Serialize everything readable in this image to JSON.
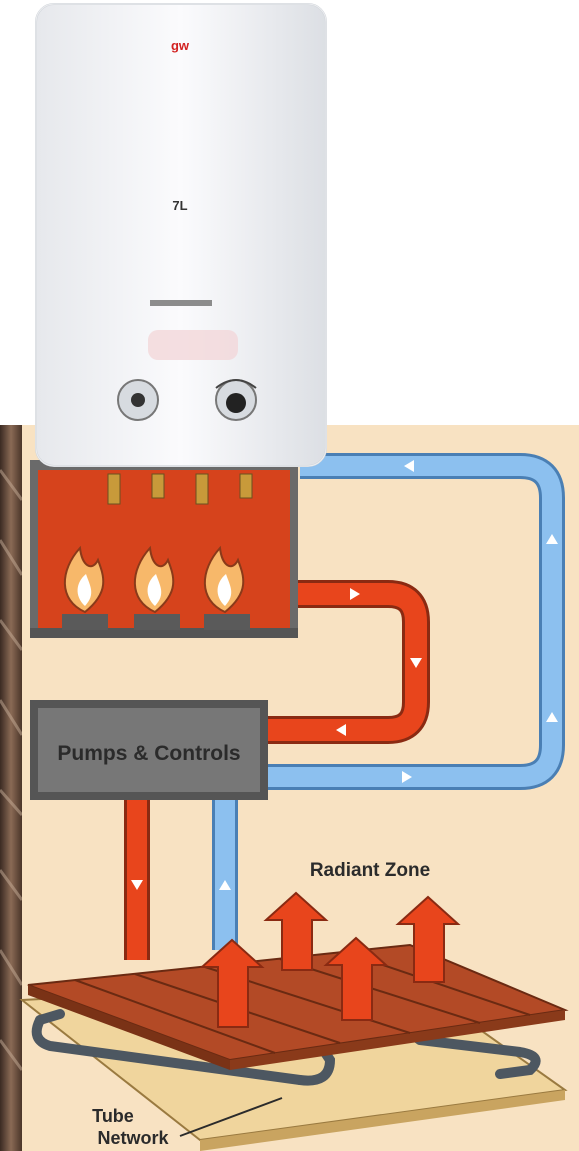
{
  "heater": {
    "brand_mark": "gw",
    "capacity_mark": "7L"
  },
  "diagram": {
    "pumps_label": "Pumps & Controls",
    "zone_label": "Radiant Zone",
    "tube_label_line1": "Tube",
    "tube_label_line2": "Network"
  },
  "colors": {
    "background_panel": "#f8e2c2",
    "hot_pipe": "#e8451c",
    "cold_pipe": "#8cc0ef",
    "boiler_fill": "#d6431c",
    "pump_box": "#727272",
    "floor_wood": "#b34a26",
    "subfloor": "#f0d59d",
    "wall_photo": "#6a4a3a"
  }
}
